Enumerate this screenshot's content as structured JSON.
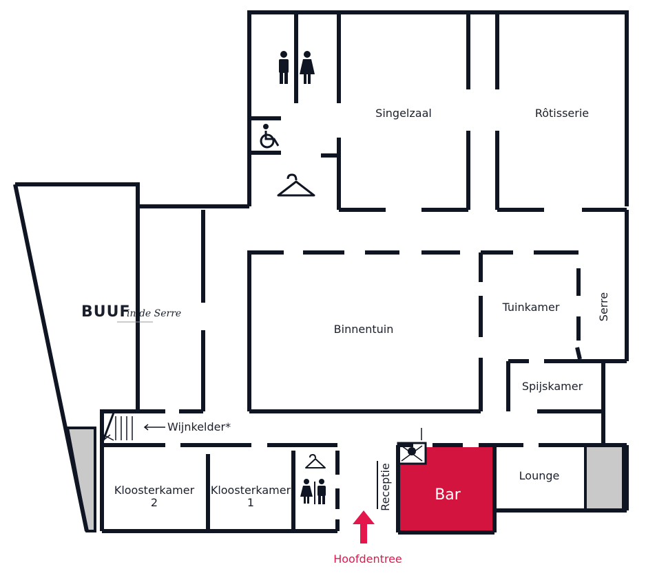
{
  "colors": {
    "wall": "#0f1522",
    "bar": "#d3143f",
    "entrance": "#e3174c",
    "pillar": "#c9c9c9"
  },
  "logo": {
    "main": "BUUF",
    "script": "in de Serre"
  },
  "rooms": {
    "singelzaal": "Singelzaal",
    "rotisserie": "Rôtisserie",
    "binnentuin": "Binnentuin",
    "tuinkamer": "Tuinkamer",
    "serre": "Serre",
    "spijskamer": "Spijskamer",
    "lounge": "Lounge",
    "bar": "Bar",
    "receptie": "Receptie",
    "kloosterkamer2_line1": "Kloosterkamer",
    "kloosterkamer2_line2": "2",
    "kloosterkamer1_line1": "Kloosterkamer",
    "kloosterkamer1_line2": "1",
    "wijnkelder": "Wijnkelder*"
  },
  "entrance": {
    "label": "Hoofdentree"
  },
  "icons": [
    "toilet-man-icon",
    "toilet-woman-icon",
    "wheelchair-icon",
    "coat-hanger-icon",
    "stairs-icon",
    "arrow-up-icon"
  ]
}
